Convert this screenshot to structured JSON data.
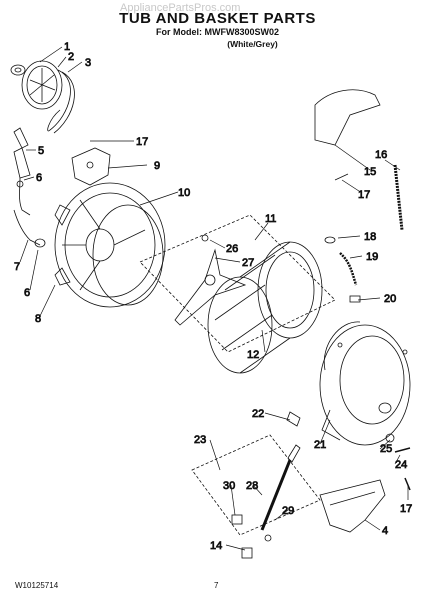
{
  "watermark": "AppliancePartsPros.com",
  "header": {
    "title": "TUB AND BASKET PARTS",
    "model_line": "For Model: MWFW8300SW02",
    "color_line": "(White/Grey)"
  },
  "footer": {
    "doc_number": "W10125714",
    "page_number": "7"
  },
  "callouts": [
    {
      "id": "c1",
      "label": "1"
    },
    {
      "id": "c2",
      "label": "2"
    },
    {
      "id": "c3",
      "label": "3"
    },
    {
      "id": "c5",
      "label": "5"
    },
    {
      "id": "c6a",
      "label": "6"
    },
    {
      "id": "c7",
      "label": "7"
    },
    {
      "id": "c6b",
      "label": "6"
    },
    {
      "id": "c8",
      "label": "8"
    },
    {
      "id": "c17a",
      "label": "17"
    },
    {
      "id": "c9",
      "label": "9"
    },
    {
      "id": "c10",
      "label": "10"
    },
    {
      "id": "c11",
      "label": "11"
    },
    {
      "id": "c26",
      "label": "26"
    },
    {
      "id": "c27",
      "label": "27"
    },
    {
      "id": "c12",
      "label": "12"
    },
    {
      "id": "c16",
      "label": "16"
    },
    {
      "id": "c15",
      "label": "15"
    },
    {
      "id": "c17b",
      "label": "17"
    },
    {
      "id": "c18",
      "label": "18"
    },
    {
      "id": "c19",
      "label": "19"
    },
    {
      "id": "c20",
      "label": "20"
    },
    {
      "id": "c22",
      "label": "22"
    },
    {
      "id": "c21",
      "label": "21"
    },
    {
      "id": "c23",
      "label": "23"
    },
    {
      "id": "c25",
      "label": "25"
    },
    {
      "id": "c24",
      "label": "24"
    },
    {
      "id": "c17c",
      "label": "17"
    },
    {
      "id": "c30",
      "label": "30"
    },
    {
      "id": "c28",
      "label": "28"
    },
    {
      "id": "c29",
      "label": "29"
    },
    {
      "id": "c4",
      "label": "4"
    },
    {
      "id": "c14",
      "label": "14"
    }
  ]
}
